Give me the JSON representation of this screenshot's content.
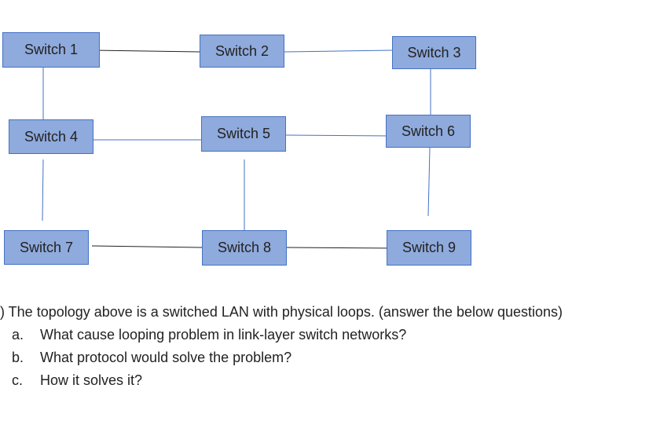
{
  "switches": [
    {
      "id": "s1",
      "label": "Switch 1"
    },
    {
      "id": "s2",
      "label": "Switch 2"
    },
    {
      "id": "s3",
      "label": "Switch 3"
    },
    {
      "id": "s4",
      "label": "Switch 4"
    },
    {
      "id": "s5",
      "label": "Switch 5"
    },
    {
      "id": "s6",
      "label": "Switch 6"
    },
    {
      "id": "s7",
      "label": "Switch 7"
    },
    {
      "id": "s8",
      "label": "Switch 8"
    },
    {
      "id": "s9",
      "label": "Switch 9"
    }
  ],
  "links": [
    {
      "from": "s1",
      "to": "s2",
      "color": "#222222"
    },
    {
      "from": "s2",
      "to": "s3",
      "color": "#4472c4"
    },
    {
      "from": "s1",
      "to": "s4",
      "color": "#4472c4"
    },
    {
      "from": "s3",
      "to": "s6",
      "color": "#4472c4"
    },
    {
      "from": "s4",
      "to": "s5",
      "color": "#4472c4"
    },
    {
      "from": "s5",
      "to": "s6",
      "color": "#4472c4"
    },
    {
      "from": "s4",
      "to": "s7",
      "color": "#4472c4"
    },
    {
      "from": "s5",
      "to": "s8",
      "color": "#4472c4"
    },
    {
      "from": "s6",
      "to": "s9",
      "color": "#4472c4"
    },
    {
      "from": "s7",
      "to": "s8",
      "color": "#222222"
    },
    {
      "from": "s8",
      "to": "s9",
      "color": "#222222"
    }
  ],
  "colors": {
    "box_fill": "#8faadc",
    "box_border": "#4472c4"
  },
  "question": {
    "intro": ") The topology above is a switched LAN with physical loops. (answer the below questions)",
    "items": [
      {
        "marker": "a.",
        "text": "What cause looping problem in link-layer switch networks?"
      },
      {
        "marker": "b.",
        "text": "What protocol would solve the problem?"
      },
      {
        "marker": "c.",
        "text": "How it solves it?"
      }
    ]
  }
}
